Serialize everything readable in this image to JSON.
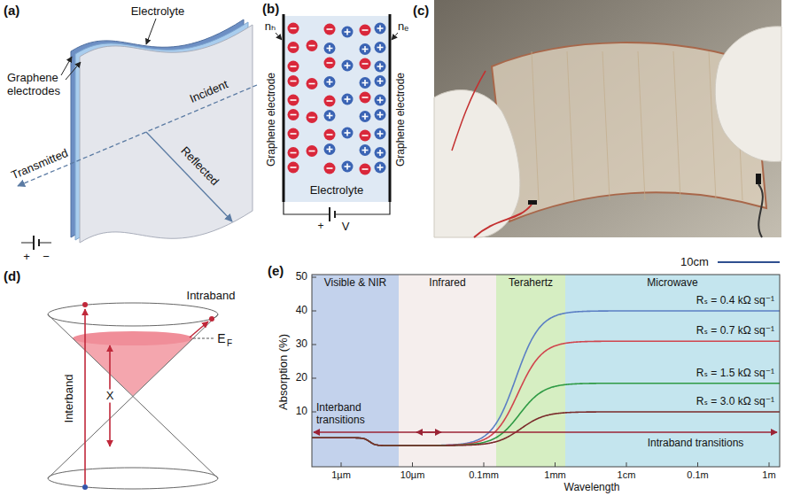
{
  "diagram": {
    "nodes": [
      {
        "text": [
          "Electrolyte"
        ]
      },
      {
        "text": [
          "Visible & NIR"
        ]
      },
      {
        "text": [
          "Infrared"
        ]
      },
      {
        "text": [
          "Terahertz"
        ]
      },
      {
        "text": [
          "Microwave"
        ]
      }
    ],
    "labels": [
      "(a)",
      "Graphene electrodes",
      "Electrolyte",
      "Incident",
      "Transmitted",
      "Reflected",
      "+",
      "−",
      "(b)",
      "nₕ",
      "nₑ",
      "Graphene electrode",
      "Graphene electrode",
      "+",
      "V",
      "(c)",
      "10cm",
      "(d)",
      "Intraband",
      "E",
      "F",
      "Interband",
      "X",
      "(e)",
      "Absorption (%)",
      "50",
      "40",
      "30",
      "20",
      "10",
      "1µm",
      "10µm",
      "0.1mm",
      "1mm",
      "1cm",
      "0.1m",
      "1m",
      "Wavelength",
      "Rₛ = 0.4 kΩ sq⁻¹",
      "Rₛ = 0.7 kΩ sq⁻¹",
      "Rₛ = 1.5 kΩ sq⁻¹",
      "Rₛ = 3.0 kΩ sq⁻¹",
      "Interband transitions",
      "Intraband transitions"
    ]
  }
}
